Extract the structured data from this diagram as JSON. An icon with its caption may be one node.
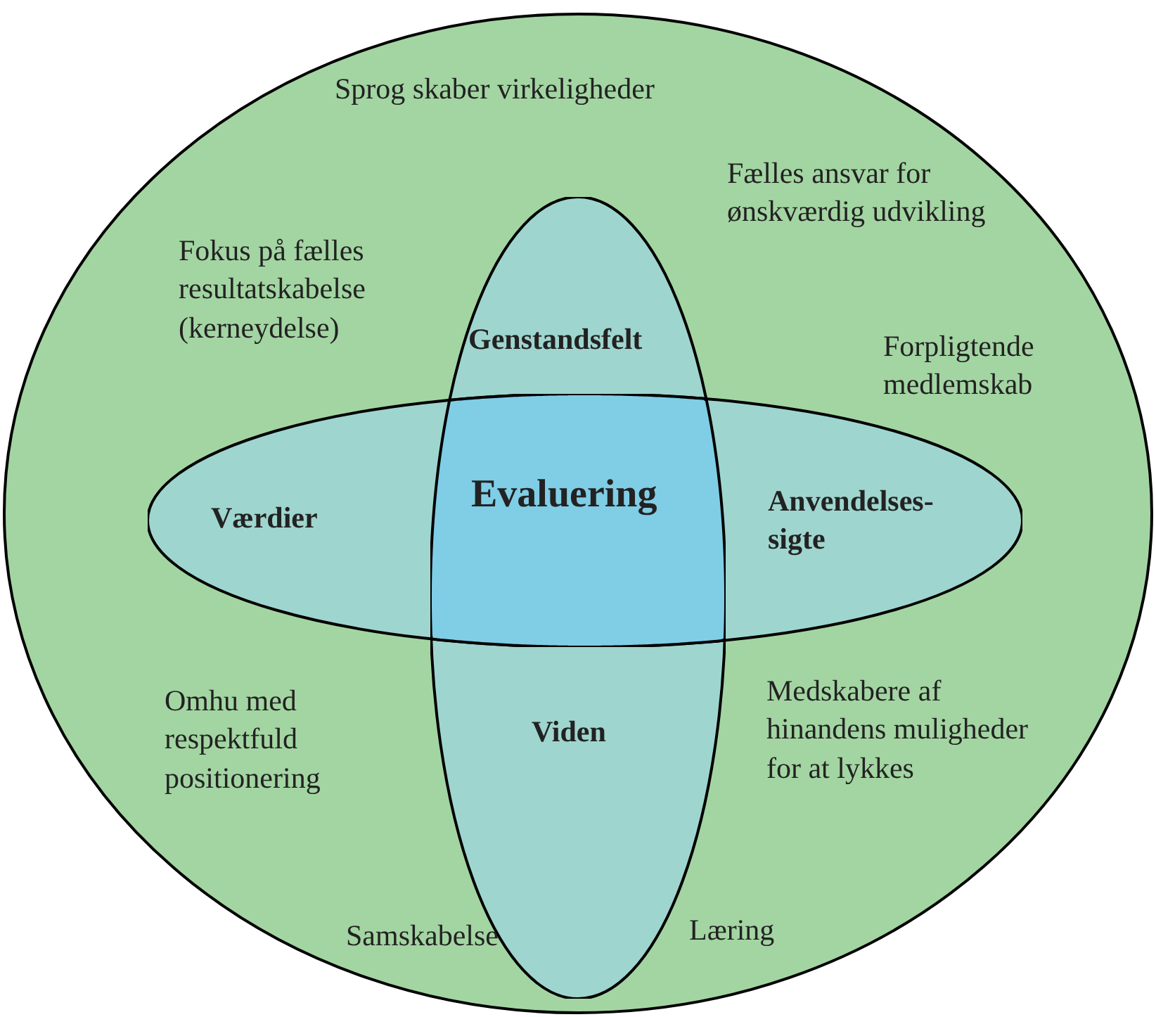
{
  "diagram": {
    "nodes": [
      {
        "text": [
          "Sprog skaber virkeligheder",
          "Fælles ansvar for ønskværdig udvikling",
          "Fokus på fælles resultatskabelse (kerneydelse)",
          "Forpligtende medlemskab",
          "Omhu med respektfuld positionering",
          "Medskabere af hinandens muligheder for at lykkes",
          "Samskabelse",
          "Læring"
        ]
      },
      {
        "text": [
          "Genstandsfelt",
          "Viden"
        ],
        "in": 0
      },
      {
        "text": [
          "Værdier",
          "Anvendelses-sigte"
        ],
        "in": 0
      },
      {
        "text": [
          "Evaluering"
        ]
      }
    ],
    "edges": []
  }
}
